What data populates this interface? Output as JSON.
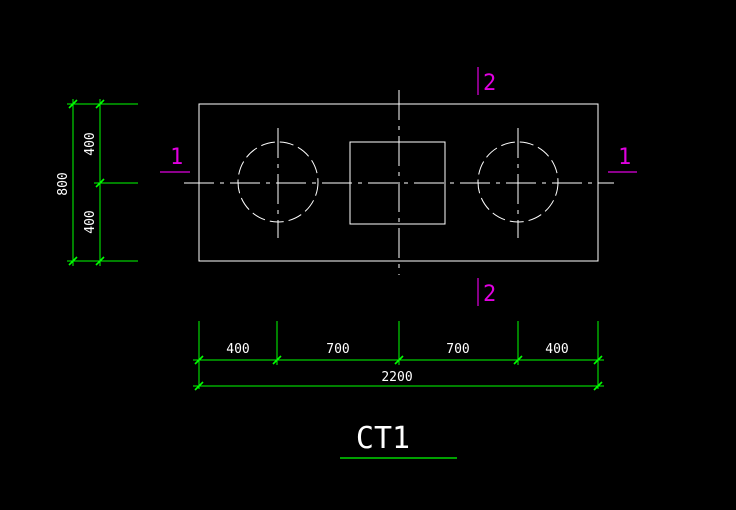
{
  "colors": {
    "background": "#000000",
    "outline": "#ffffff",
    "dimension": "#00ff00",
    "section": "#e000e0"
  },
  "dimensions": {
    "horizontal": [
      "400",
      "700",
      "700",
      "400"
    ],
    "overall": "2200",
    "vertical_parts": [
      "400",
      "400"
    ],
    "vertical_overall": "800"
  },
  "sections": {
    "left": "1",
    "right": "1",
    "top": "2",
    "bottom": "2"
  },
  "title": "CT1"
}
